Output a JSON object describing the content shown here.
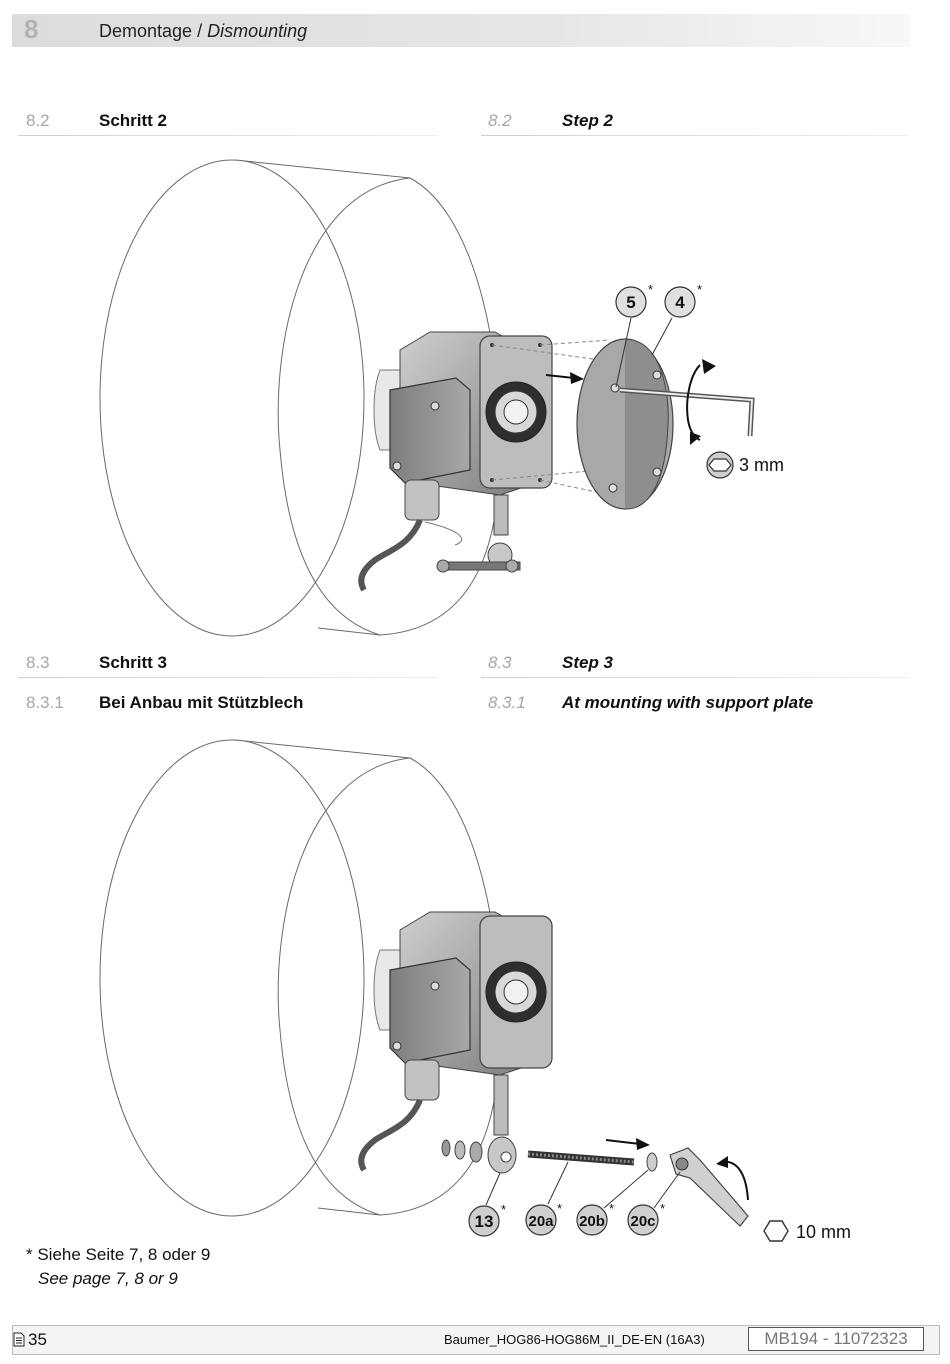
{
  "header": {
    "chapter_number": "8",
    "title_de": "Demontage",
    "separator": " / ",
    "title_en": "Dismounting"
  },
  "section_8_2": {
    "de": {
      "number": "8.2",
      "title": "Schritt 2"
    },
    "en": {
      "number": "8.2",
      "title": "Step 2"
    },
    "figure": {
      "callouts": [
        {
          "label": "5",
          "mark": "*"
        },
        {
          "label": "4",
          "mark": "*"
        }
      ],
      "tool_size": "3 mm"
    }
  },
  "section_8_3": {
    "de": {
      "number": "8.3",
      "title": "Schritt 3"
    },
    "en": {
      "number": "8.3",
      "title": "Step 3"
    }
  },
  "section_8_3_1": {
    "de": {
      "number": "8.3.1",
      "title": "Bei Anbau mit Stützblech"
    },
    "en": {
      "number": "8.3.1",
      "title": "At mounting with support plate"
    },
    "figure": {
      "callouts": [
        {
          "label": "13",
          "mark": "*"
        },
        {
          "label": "20a",
          "mark": "*"
        },
        {
          "label": "20b",
          "mark": "*"
        },
        {
          "label": "20c",
          "mark": "*"
        }
      ],
      "tool_size": "10 mm"
    }
  },
  "footnote": {
    "de": "* Siehe Seite 7, 8 oder 9",
    "en": "See page 7, 8 or 9"
  },
  "footer": {
    "page": "35",
    "document": "Baumer_HOG86-HOG86M_II_DE-EN (16A3)",
    "code": "MB194 - 11072323"
  }
}
